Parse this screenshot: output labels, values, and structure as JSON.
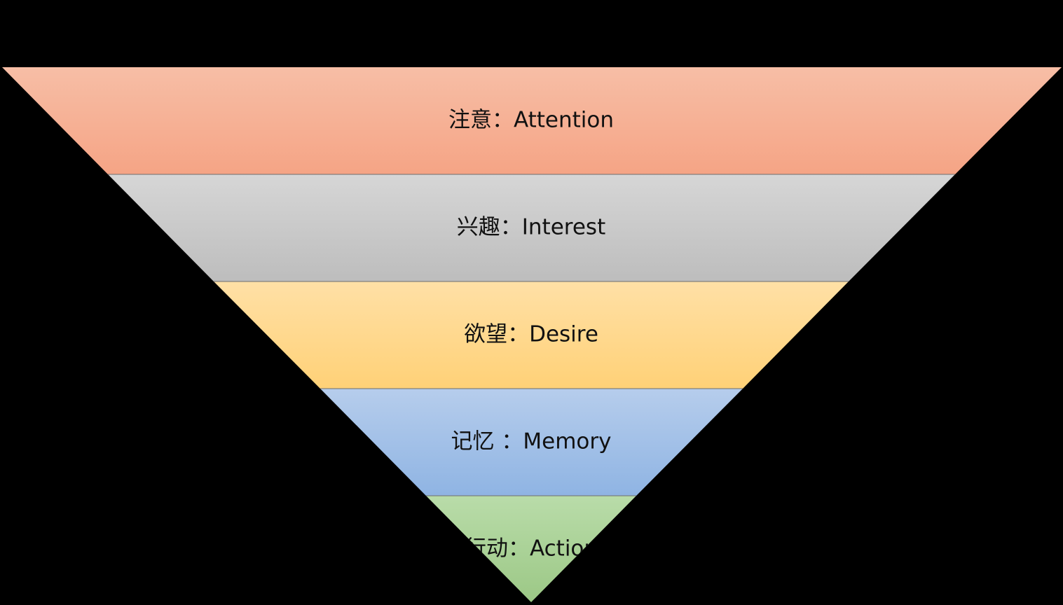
{
  "funnel": {
    "background": "#000000",
    "layers": [
      {
        "label": "注意：Attention",
        "color_top": "#f7bea6",
        "color_bottom": "#f5a485"
      },
      {
        "label": "兴趣：Interest",
        "color_top": "#d6d6d6",
        "color_bottom": "#bdbdbd"
      },
      {
        "label": "欲望：Desire",
        "color_top": "#ffe0a6",
        "color_bottom": "#ffd177"
      },
      {
        "label": "记忆 ：Memory",
        "color_top": "#b6cdec",
        "color_bottom": "#8fb4e3"
      },
      {
        "label": "行动：Action",
        "color_top": "#b9dca9",
        "color_bottom": "#9cc886"
      }
    ]
  }
}
